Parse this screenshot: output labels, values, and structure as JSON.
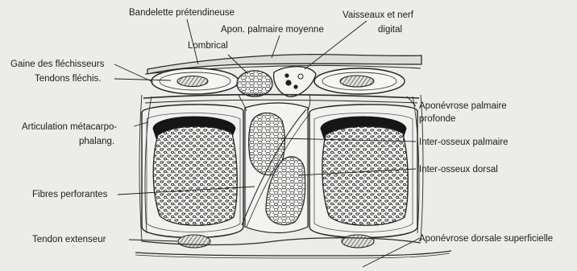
{
  "labels": {
    "bandelette": "Bandelette prétendineuse",
    "vaisseaux_line1": "Vaisseaux et nerf",
    "vaisseaux_line2": "digital",
    "apon_moyenne": "Apon. palmaire moyenne",
    "lombrical": "Lombrical",
    "gaine": "Gaine des fléchisseurs",
    "tendons_flechis": "Tendons fléchis.",
    "apon_profonde_line1": "Aponévrose palmaire",
    "apon_profonde_line2": "profonde",
    "articulation_line1": "Articulation métacarpo-",
    "articulation_line2": "phalang.",
    "interosseux_palmaire": "Inter-osseux palmaire",
    "interosseux_dorsal": "Inter-osseux dorsal",
    "fibres": "Fibres perforantes",
    "tendon_extenseur": "Tendon extenseur",
    "apon_dorsale": "Aponévrose dorsale superficielle"
  },
  "colors": {
    "background": "#ececea",
    "ink": "#1c1c1c",
    "shade": "#a9a9a6"
  }
}
